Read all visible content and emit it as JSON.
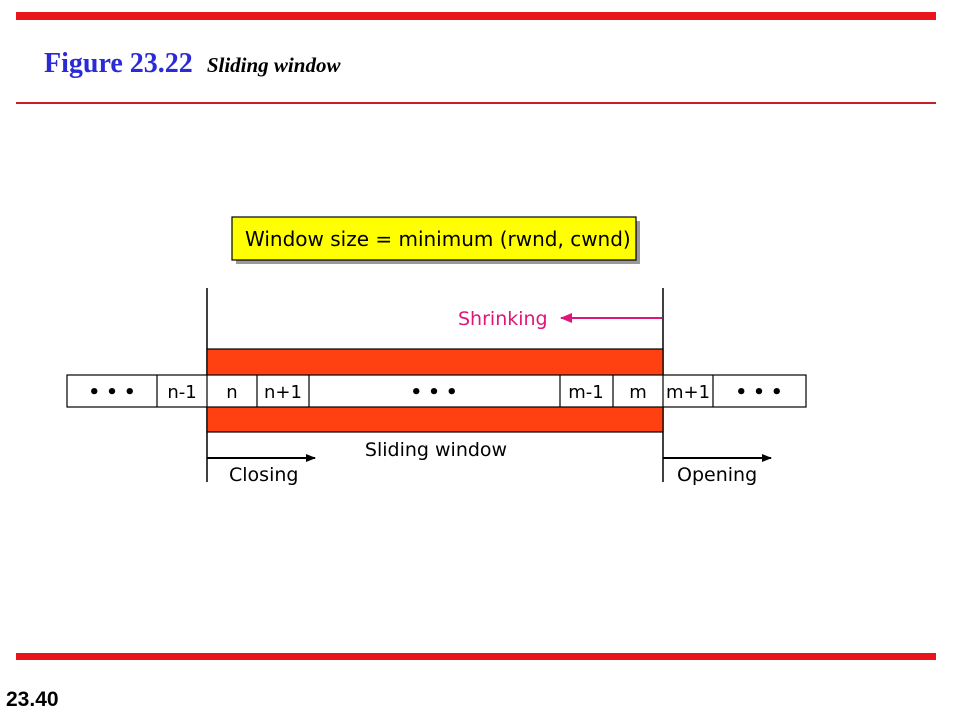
{
  "slide": {
    "figure_number": "Figure 23.22",
    "figure_caption": "Sliding window",
    "page_number": "23.40"
  },
  "diagram": {
    "formula": "Window size = minimum (rwnd, cwnd)",
    "shrinking_label": "Shrinking",
    "sliding_window_label": "Sliding window",
    "closing_label": "Closing",
    "opening_label": "Opening",
    "cells": [
      "• • •",
      "n-1",
      "n",
      "n+1",
      "• • •",
      "m-1",
      "m",
      "m+1",
      "• • •"
    ]
  },
  "colors": {
    "rule": "#e8151b",
    "figure_number": "#2b2bd6",
    "formula_box": "#ffff00",
    "window_fill": "#ff4010",
    "shrinking": "#e0157a"
  }
}
